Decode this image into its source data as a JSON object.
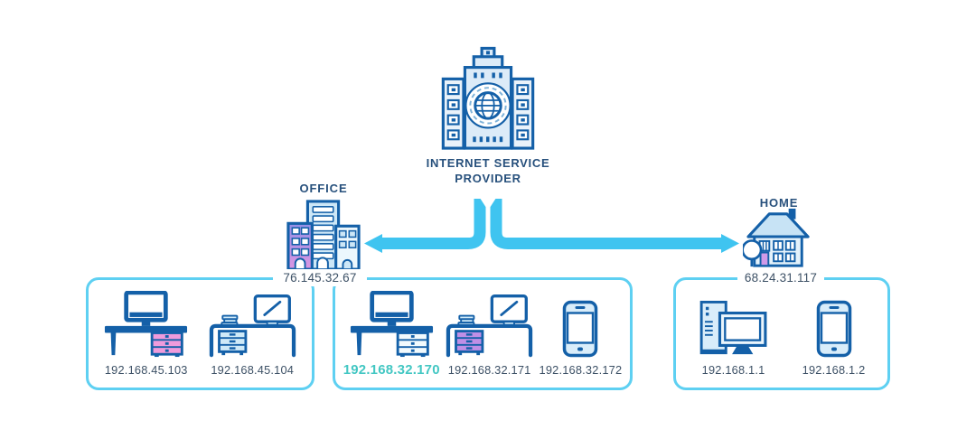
{
  "isp": {
    "label_line1": "INTERNET SERVICE",
    "label_line2": "PROVIDER",
    "icon": "isp-building-icon"
  },
  "office": {
    "label": "OFFICE",
    "ip": "76.145.32.67",
    "icon": "office-building-icon"
  },
  "home": {
    "label": "HOME",
    "ip": "68.24.31.117",
    "icon": "house-icon"
  },
  "lans": [
    {
      "location": "office",
      "devices": [
        {
          "kind": "desk-computer",
          "ip": "192.168.45.103"
        },
        {
          "kind": "desk-workstation",
          "ip": "192.168.45.104"
        }
      ]
    },
    {
      "location": "office",
      "devices": [
        {
          "kind": "desk-computer",
          "ip": "192.168.32.170",
          "highlighted": true
        },
        {
          "kind": "desk-workstation",
          "ip": "192.168.32.171"
        },
        {
          "kind": "smartphone",
          "ip": "192.168.32.172"
        }
      ]
    },
    {
      "location": "home",
      "devices": [
        {
          "kind": "desktop-pc",
          "ip": "192.168.1.1"
        },
        {
          "kind": "smartphone",
          "ip": "192.168.1.2"
        }
      ]
    }
  ],
  "colors": {
    "icon_outline": "#1460a8",
    "arrow_cyan": "#3fc4f0",
    "box_border": "#5ed0f2",
    "highlight_teal": "#43c7c3",
    "label_navy": "#27507c",
    "ip_text": "#3d5166",
    "accent_pink": "#ef9bdc",
    "accent_purple": "#bf8fe6",
    "fill_light_blue": "#d9edfa"
  }
}
